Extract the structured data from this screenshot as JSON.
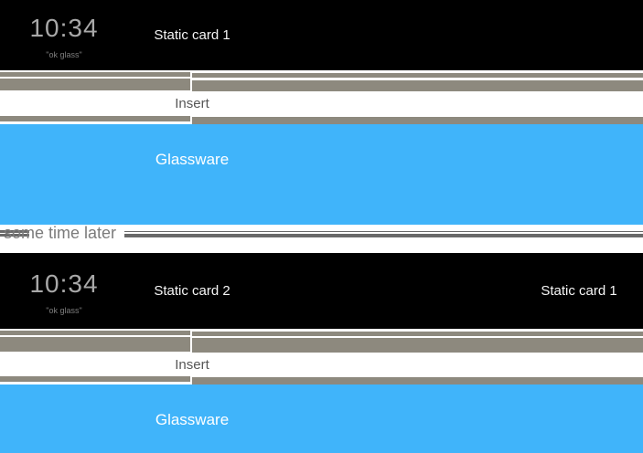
{
  "colors": {
    "card_background": "#000000",
    "strip_gray": "#8d897e",
    "glassware_blue": "#40b4fa",
    "divider_line": "#696969",
    "clock_text": "#a8a8a8",
    "hint_text": "#7e7e7e",
    "card_label_text": "#f5f5f5",
    "insert_text": "#565656",
    "divider_text": "#7b7b7b",
    "glassware_text": "#ffffff"
  },
  "section1": {
    "clock": {
      "time": "10:34",
      "hint": "\"ok glass\""
    },
    "cards": {
      "card1": "Static card 1"
    },
    "insert_label": "Insert",
    "glassware_label": "Glassware"
  },
  "divider": {
    "label": "some time later"
  },
  "section2": {
    "clock": {
      "time": "10:34",
      "hint": "\"ok glass\""
    },
    "cards": {
      "card1": "Static card 2",
      "card2": "Static card 1"
    },
    "insert_label": "Insert",
    "glassware_label": "Glassware"
  }
}
